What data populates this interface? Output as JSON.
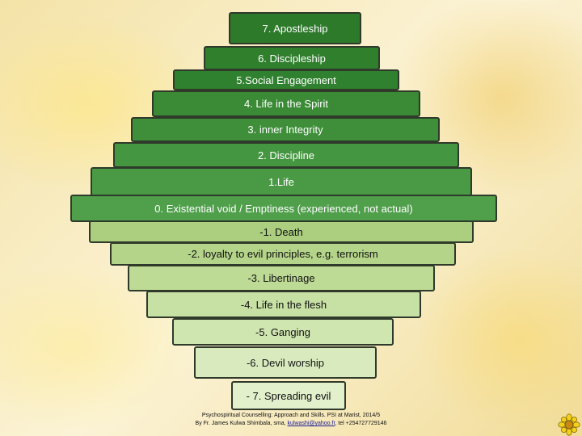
{
  "levels": {
    "l7": "7. Apostleship",
    "l6": "6. Discipleship",
    "l5": "5.Social Engagement",
    "l4": "4. Life in the Spirit",
    "l3": "3. inner Integrity",
    "l2": "2. Discipline",
    "l1": "1.Life",
    "l0": "0. Existential void / Emptiness (experienced, not actual)",
    "m1": "-1. Death",
    "m2": "-2. loyalty to evil principles, e.g. terrorism",
    "m3": "-3. Libertinage",
    "m4": "-4. Life in the flesh",
    "m5": "-5. Ganging",
    "m6": "-6. Devil worship",
    "m7": "- 7. Spreading evil"
  },
  "footer": {
    "line1": "Psychospiritual Counselling: Approach and  Skills. PSI at Marist, 2014/5",
    "line2_prefix": "By Fr. James Kulwa Shimbala, sma,",
    "line2_email": "kulwashi@yahoo.fr",
    "line2_suffix": ", tel +254727729146"
  },
  "colors": {
    "upper_dark": "#2e7d2e",
    "lower_light": "#dcebb8",
    "border": "#2f3a2a"
  },
  "icons": [
    "flower-icon"
  ]
}
